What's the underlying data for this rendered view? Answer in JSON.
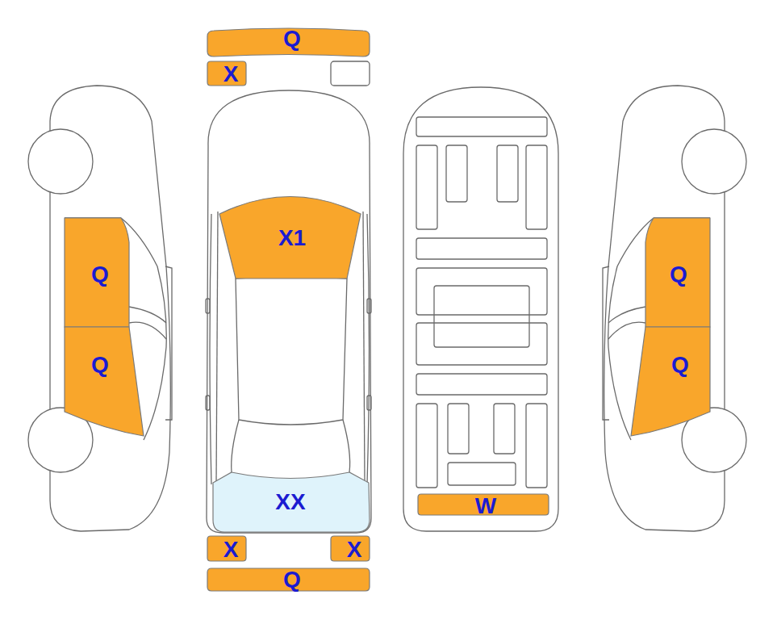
{
  "diagram": {
    "nodes": [
      {
        "text": [
          "Q"
        ]
      },
      {
        "text": [
          "X"
        ]
      },
      {
        "text": [
          "X1"
        ]
      },
      {
        "text": [
          "Q"
        ]
      },
      {
        "text": [
          "Q"
        ]
      },
      {
        "text": [
          "Q"
        ]
      },
      {
        "text": [
          "Q"
        ]
      },
      {
        "text": [
          "XX"
        ]
      },
      {
        "text": [
          "W"
        ]
      },
      {
        "text": [
          "X"
        ]
      },
      {
        "text": [
          "X"
        ]
      },
      {
        "text": [
          "Q"
        ]
      }
    ]
  }
}
